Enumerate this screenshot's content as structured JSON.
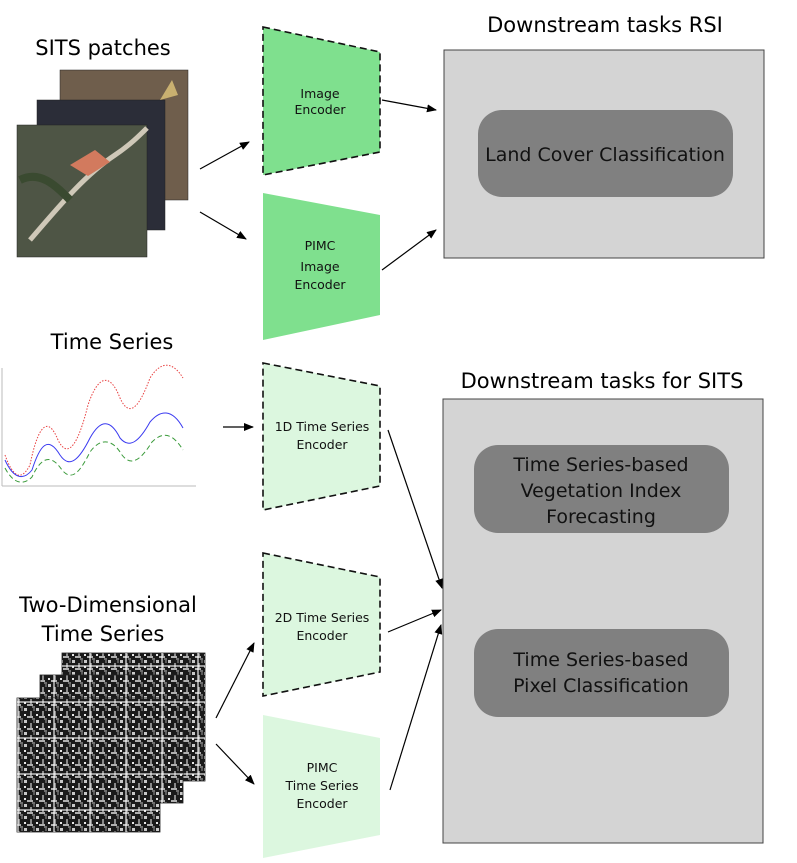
{
  "inputs": {
    "sits_patches": "SITS patches",
    "time_series": "Time Series",
    "two_dim_line1": "Two-Dimensional",
    "two_dim_line2": "Time Series"
  },
  "encoders": {
    "image_encoder": [
      "Image",
      "Encoder"
    ],
    "pimc_image_encoder": [
      "PIMC",
      "Image",
      "Encoder"
    ],
    "ts1d_encoder": [
      "1D Time Series",
      "Encoder"
    ],
    "ts2d_encoder": [
      "2D Time Series",
      "Encoder"
    ],
    "pimc_ts_encoder": [
      "PIMC",
      "Time Series",
      "Encoder"
    ]
  },
  "panels": {
    "rsi": {
      "title": "Downstream tasks RSI",
      "tasks": [
        [
          "Land Cover Classification"
        ]
      ]
    },
    "sits": {
      "title": "Downstream tasks for SITS",
      "tasks": [
        [
          "Time Series-based",
          "Vegetation Index",
          "Forecasting"
        ],
        [
          "Time Series-based",
          "Pixel Classification"
        ]
      ]
    }
  },
  "colors": {
    "image_encoder_fill": "#7fe08e",
    "ts_encoder_fill": "#dcf7df",
    "panel_fill": "#d4d4d4",
    "task_fill": "#808080",
    "series_red": "#e84040",
    "series_blue": "#3a3af0",
    "series_green": "#3a9a3a"
  }
}
